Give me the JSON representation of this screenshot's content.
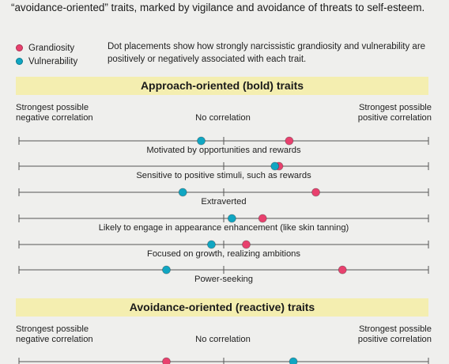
{
  "intro_text": "“avoidance-oriented” traits, marked by vigilance and avoidance of threats to self-esteem.",
  "legend": {
    "items": [
      {
        "label": "Grandiosity",
        "color": "#e8416e"
      },
      {
        "label": "Vulnerability",
        "color": "#10a6c2"
      }
    ],
    "note": "Dot placements show how strongly narcissistic grandiosity and vulnerability are positively or negatively associated with each trait."
  },
  "colors": {
    "section_bar": "#f4eeb0",
    "axis_line": "#555555",
    "grandiosity": "#e8416e",
    "vulnerability": "#10a6c2"
  },
  "scale_labels": {
    "left": "Strongest possible\nnegative correlation",
    "middle": "No correlation",
    "right": "Strongest possible\npositive correlation"
  },
  "chart_data": [
    {
      "type": "scatter",
      "title": "Approach-oriented (bold) traits",
      "xlim": [
        -1,
        1
      ],
      "series": [
        {
          "name": "Grandiosity",
          "values": [
            0.32,
            0.27,
            0.45,
            0.19,
            0.11,
            0.58
          ]
        },
        {
          "name": "Vulnerability",
          "values": [
            -0.11,
            0.25,
            -0.2,
            0.04,
            -0.06,
            -0.28
          ]
        }
      ],
      "traits": [
        "Motivated by opportunities and rewards",
        "Sensitive to positive stimuli, such as rewards",
        "Extraverted",
        "Likely to engage in appearance enhancement (like skin tanning)",
        "Focused on growth, realizing ambitions",
        "Power-seeking"
      ]
    },
    {
      "type": "scatter",
      "title": "Avoidance-oriented (reactive) traits",
      "xlim": [
        -1,
        1
      ],
      "series": [
        {
          "name": "Grandiosity",
          "values": [
            -0.28
          ]
        },
        {
          "name": "Vulnerability",
          "values": [
            0.34
          ]
        }
      ],
      "traits": [
        ""
      ]
    }
  ]
}
